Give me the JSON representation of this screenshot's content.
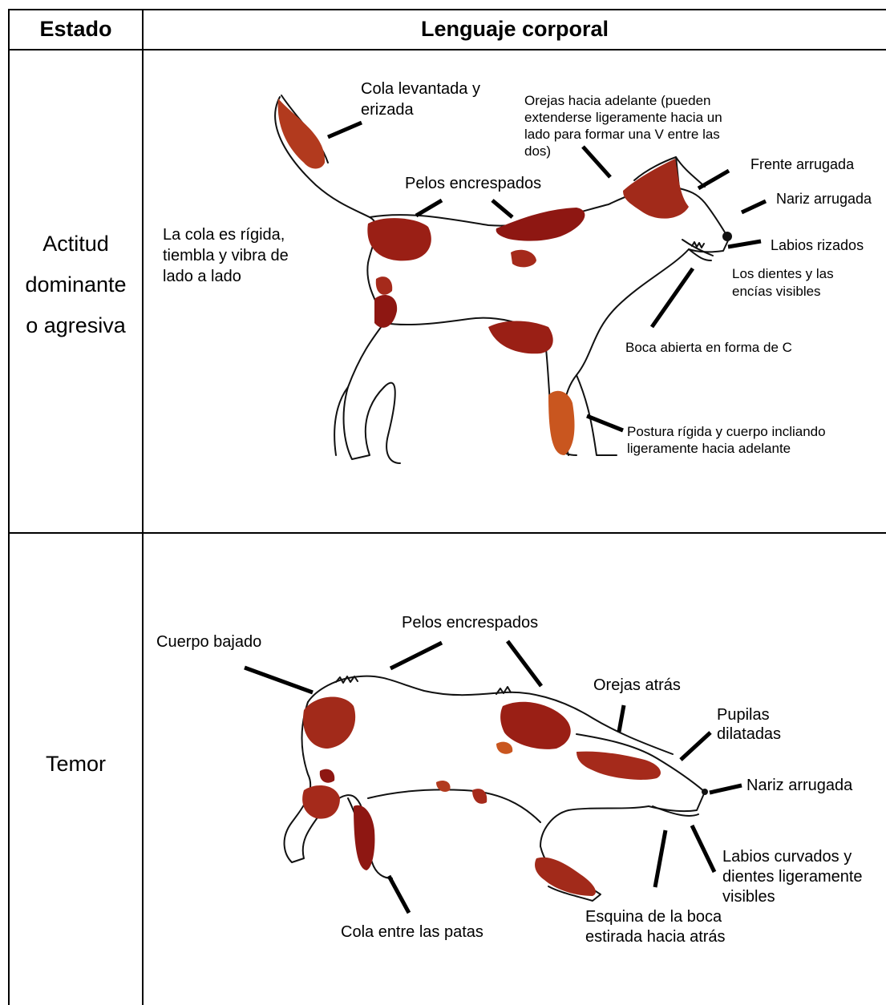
{
  "table": {
    "header": {
      "col_state": "Estado",
      "col_body": "Lenguaje corporal"
    },
    "rows": [
      {
        "state_lines": [
          "Actitud",
          "dominante",
          "o agresiva"
        ],
        "labels": {
          "cola_levantada": [
            "Cola levantada y",
            "erizada"
          ],
          "orejas_adelante": [
            "Orejas hacia adelante (pueden",
            "extenderse ligeramente hacia un",
            "lado para formar una V entre las",
            "dos)"
          ],
          "frente_arrugada": "Frente arrugada",
          "nariz_arrugada": "Nariz arrugada",
          "pelos_encrespados": "Pelos encrespados",
          "cola_rigida": [
            "La cola es rígida,",
            "tiembla y vibra de",
            "lado a lado"
          ],
          "labios_rizados": "Labios rizados",
          "dientes_encias": [
            "Los dientes y las",
            "encías visibles"
          ],
          "boca_abierta": "Boca abierta en forma de C",
          "postura_rigida": [
            "Postura rígida y cuerpo incliando",
            "ligeramente hacia adelante"
          ]
        }
      },
      {
        "state_lines": [
          "Temor"
        ],
        "labels": {
          "pelos_encrespados": "Pelos encrespados",
          "cuerpo_bajado": "Cuerpo bajado",
          "orejas_atras": "Orejas atrás",
          "pupilas_dilatadas": [
            "Pupilas",
            "dilatadas"
          ],
          "nariz_arrugada": "Nariz arrugada",
          "labios_curvados": [
            "Labios curvados y",
            "dientes ligeramente",
            "visibles"
          ],
          "esquina_boca": [
            "Esquina de la boca",
            "estirada hacia atrás"
          ],
          "cola_entre_patas": "Cola entre las patas"
        }
      }
    ]
  },
  "colors": {
    "patch_dark": "#8e1712",
    "patch_mid": "#a52a1b",
    "patch_light": "#c9561f",
    "border": "#000000"
  }
}
